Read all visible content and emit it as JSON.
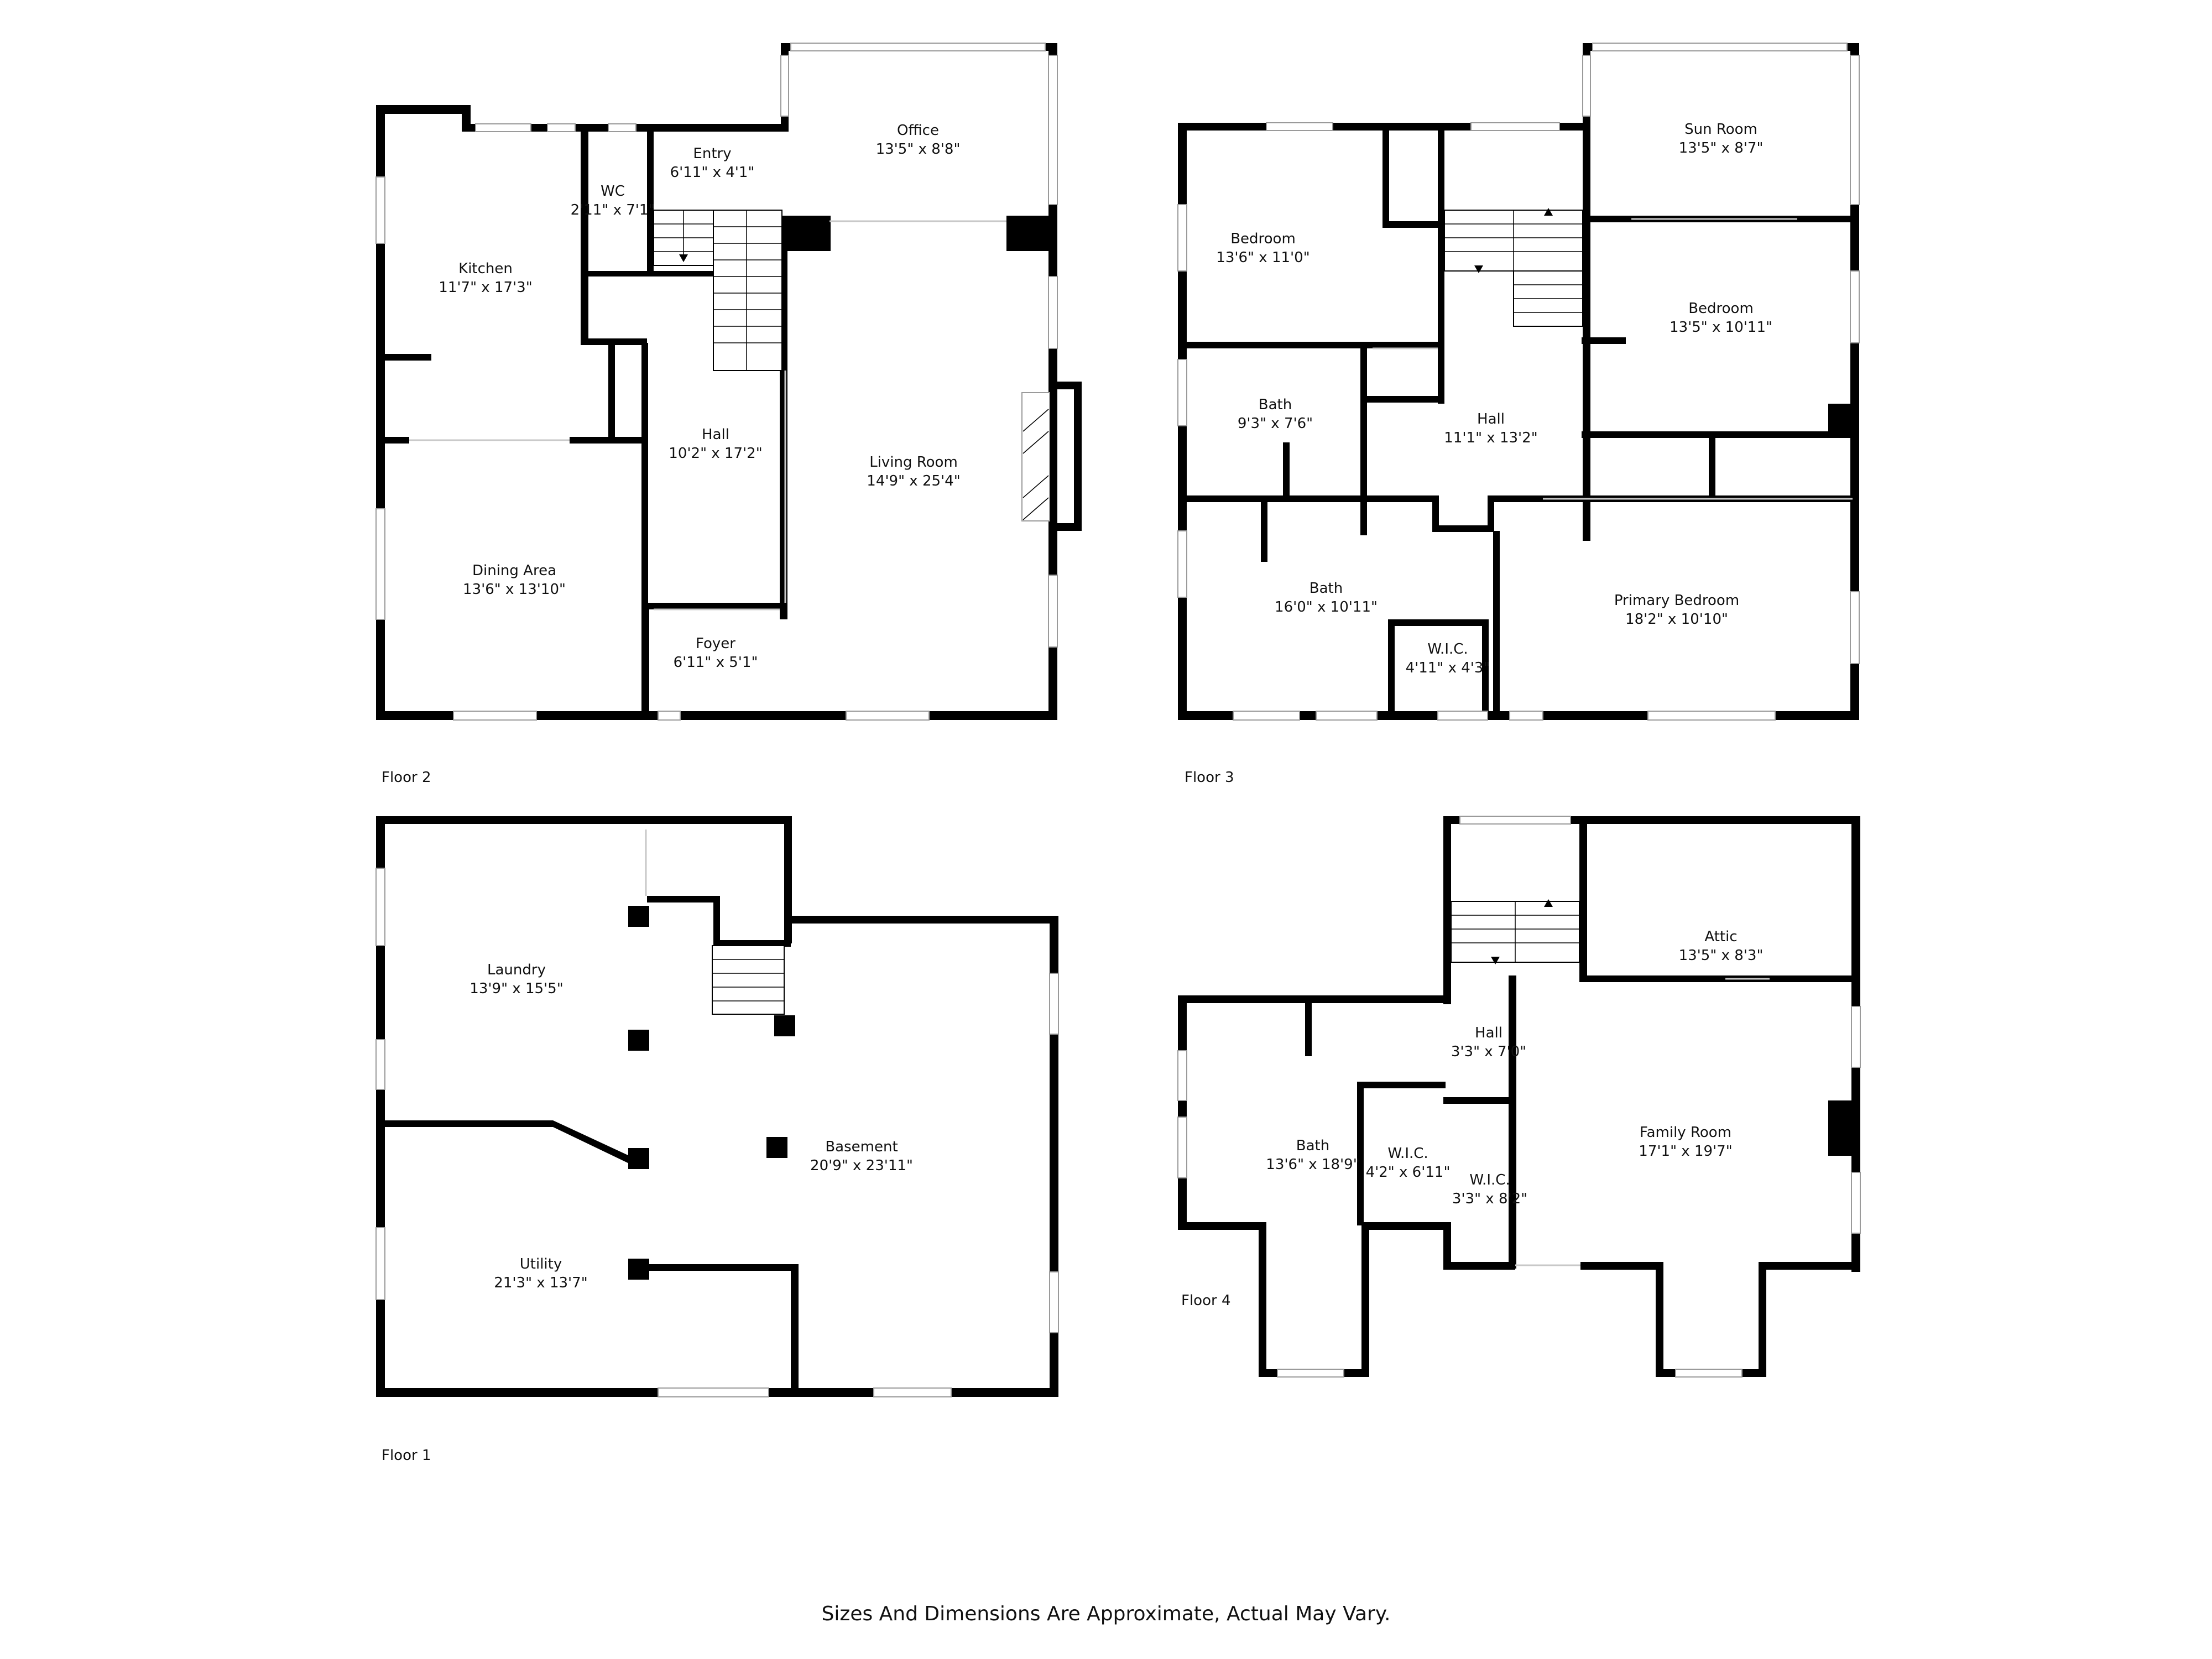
{
  "floors": [
    {
      "label": "Floor 2",
      "rooms": [
        {
          "name": "Entry",
          "dim": "6'11\" x 4'1\""
        },
        {
          "name": "Office",
          "dim": "13'5\" x 8'8\""
        },
        {
          "name": "WC",
          "dim": "2'11\" x 7'1\""
        },
        {
          "name": "Kitchen",
          "dim": "11'7\" x 17'3\""
        },
        {
          "name": "Hall",
          "dim": "10'2\" x 17'2\""
        },
        {
          "name": "Living Room",
          "dim": "14'9\" x 25'4\""
        },
        {
          "name": "Dining Area",
          "dim": "13'6\" x 13'10\""
        },
        {
          "name": "Foyer",
          "dim": "6'11\" x 5'1\""
        }
      ]
    },
    {
      "label": "Floor 3",
      "rooms": [
        {
          "name": "Sun Room",
          "dim": "13'5\" x 8'7\""
        },
        {
          "name": "Bedroom",
          "dim": "13'6\" x 11'0\""
        },
        {
          "name": "Bedroom",
          "dim": "13'5\" x 10'11\""
        },
        {
          "name": "Bath",
          "dim": "9'3\" x 7'6\""
        },
        {
          "name": "Hall",
          "dim": "11'1\" x 13'2\""
        },
        {
          "name": "Bath",
          "dim": "16'0\" x 10'11\""
        },
        {
          "name": "Primary Bedroom",
          "dim": "18'2\" x 10'10\""
        },
        {
          "name": "W.I.C.",
          "dim": "4'11\" x 4'3\""
        }
      ]
    },
    {
      "label": "Floor 1",
      "rooms": [
        {
          "name": "Laundry",
          "dim": "13'9\" x 15'5\""
        },
        {
          "name": "Basement",
          "dim": "20'9\" x 23'11\""
        },
        {
          "name": "Utility",
          "dim": "21'3\" x 13'7\""
        }
      ]
    },
    {
      "label": "Floor 4",
      "rooms": [
        {
          "name": "Attic",
          "dim": "13'5\" x 8'3\""
        },
        {
          "name": "Hall",
          "dim": "3'3\" x 7'0\""
        },
        {
          "name": "Bath",
          "dim": "13'6\" x 18'9\""
        },
        {
          "name": "W.I.C.",
          "dim": "4'2\" x 6'11\""
        },
        {
          "name": "W.I.C.",
          "dim": "3'3\" x 8'2\""
        },
        {
          "name": "Family Room",
          "dim": "17'1\" x 19'7\""
        }
      ]
    }
  ],
  "disclaimer": "Sizes And Dimensions Are Approximate, Actual May Vary."
}
